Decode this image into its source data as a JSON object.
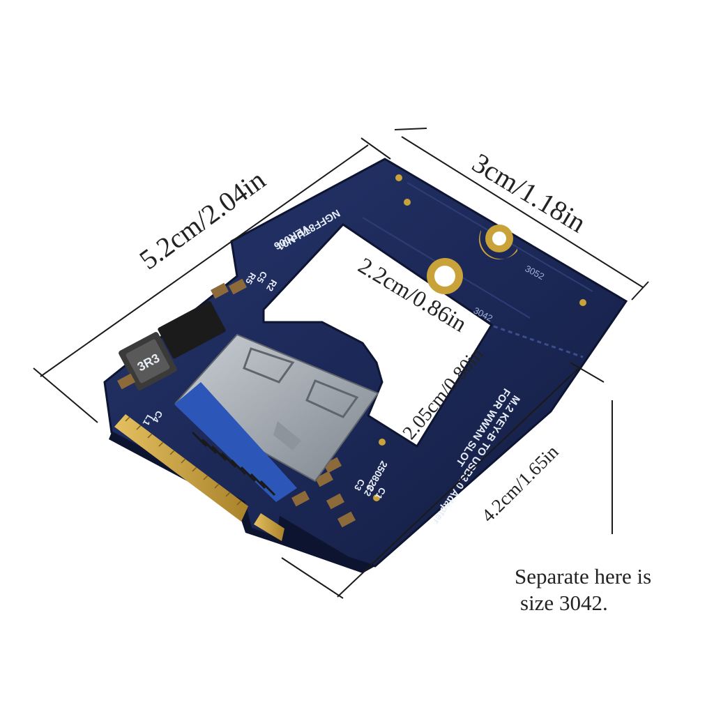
{
  "dimensions": {
    "length_total": "5.2cm/2.04in",
    "width": "3cm/1.18in",
    "opening_length": "2.2cm/0.86in",
    "opening_width": "2.05cm/0.80in",
    "length_3042": "4.2cm/1.65in"
  },
  "note": {
    "line1": "Separate here is",
    "line2": "size 3042."
  },
  "pcb_silkscreen": {
    "model": "NGFF8TU-N01",
    "version": "VER006",
    "product_line1": "M.2 KEY-B TO USB3.0 Adapter",
    "product_line2": "FOR WWAN SLOT",
    "date_code": "250823",
    "size_3052": "3052",
    "size_3042": "3042",
    "inductor_marking": "3R3",
    "ref_labels": [
      "R5",
      "C5",
      "R2",
      "C4",
      "L1",
      "C3",
      "C2",
      "C1"
    ]
  },
  "colors": {
    "pcb": "#1d2a5a",
    "pcb_dark": "#141d42",
    "gold": "#c9a23a",
    "usb_shell": "#a7adb4",
    "usb_tongue": "#2c57b8",
    "dimension_line": "#1a1a1a"
  }
}
